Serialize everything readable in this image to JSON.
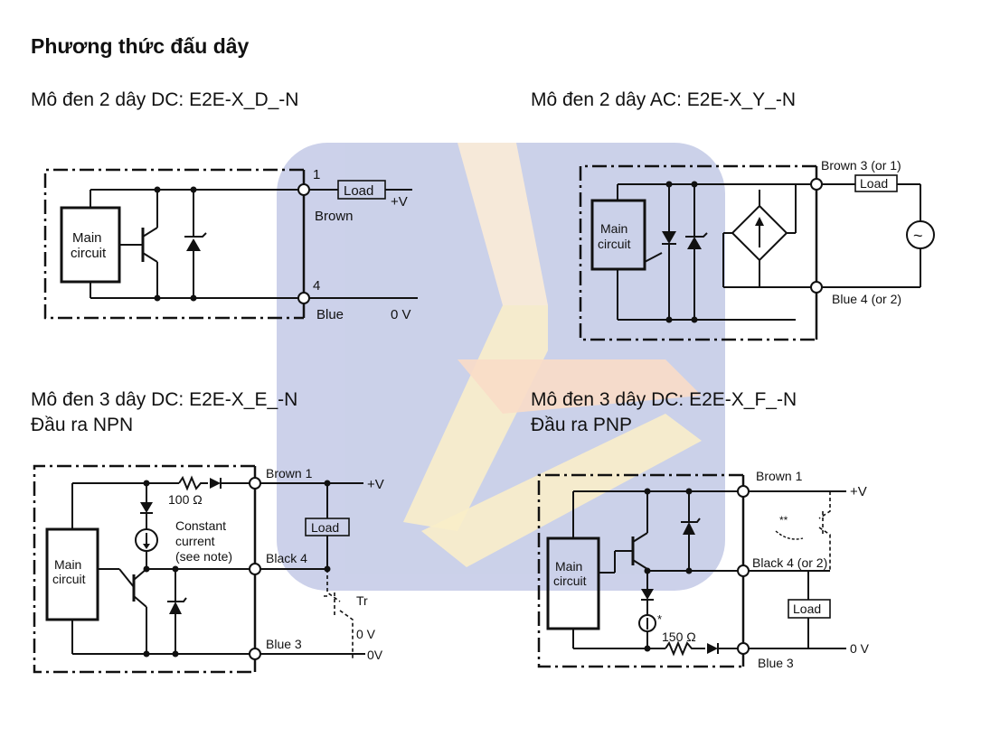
{
  "page_title": "Phương thức đấu dây",
  "captions": {
    "dc2": "Mô đen 2 dây DC:  E2E-X_D_-N",
    "ac2": "Mô đen 2 dây AC:  E2E-X_Y_-N",
    "npn_line1": "Mô đen 3 dây DC:  E2E-X_E_-N",
    "npn_line2": "Đầu ra NPN",
    "pnp_line1": "Mô đen 3 dây DC:  E2E-X_F_-N",
    "pnp_line2": "Đầu ra PNP"
  },
  "dc2": {
    "main1": "Main",
    "main2": "circuit",
    "t1": "1",
    "t4": "4",
    "load": "Load",
    "plusv": "+V",
    "brown": "Brown",
    "blue": "Blue",
    "zerov": "0 V"
  },
  "ac2": {
    "main1": "Main",
    "main2": "circuit",
    "brown": "Brown 3 (or 1)",
    "blue": "Blue 4 (or 2)",
    "load": "Load",
    "ac_symbol": "~"
  },
  "npn": {
    "main1": "Main",
    "main2": "circuit",
    "r100": "100 Ω",
    "cc1": "Constant",
    "cc2": "current",
    "cc3": "(see note)",
    "brown": "Brown 1",
    "black": "Black 4",
    "blue": "Blue 3",
    "plusv": "+V",
    "load": "Load",
    "tr": "Tr",
    "zerov_a": "0 V",
    "zerov_b": "0V"
  },
  "pnp": {
    "main1": "Main",
    "main2": "circuit",
    "brown": "Brown 1",
    "black": "Black 4 (or 2)",
    "blue": "Blue 3",
    "plusv": "+V",
    "load": "Load",
    "r150": "150 Ω",
    "zerov": "0 V",
    "star": "*",
    "dstar": "**"
  },
  "colors": {
    "line": "#111111",
    "watermark_blue": "#8e9ad0",
    "watermark_orange": "#f4b486",
    "watermark_yellow": "#f4dc8a"
  }
}
